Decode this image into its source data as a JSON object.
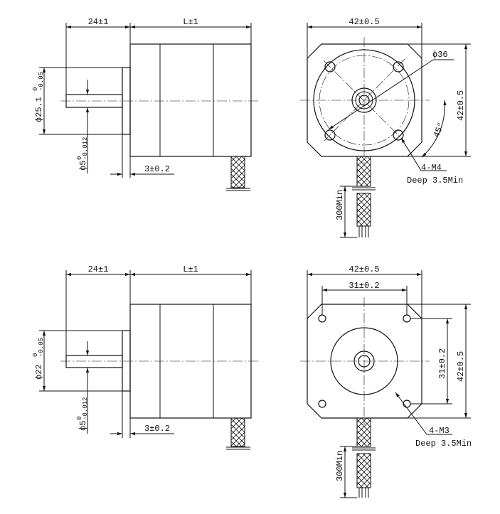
{
  "top": {
    "side": {
      "shaft_length": "24±1",
      "body_length": "L±1",
      "boss_dia_main": "ϕ25.1",
      "boss_dia_tol_upper": "0",
      "boss_dia_tol_lower": "-0.05",
      "shaft_dia_main": "ϕ5",
      "shaft_dia_tol_upper": "0",
      "shaft_dia_tol_lower": "-0.012",
      "boss_height": "3±0.2"
    },
    "front": {
      "width": "42±0.5",
      "height": "42±0.5",
      "pcd": "ϕ36",
      "angle": "45°",
      "holes": "4-M4",
      "depth": "Deep 3.5Min",
      "cable": "300Min"
    }
  },
  "bottom": {
    "side": {
      "shaft_length": "24±1",
      "body_length": "L±1",
      "boss_dia_main": "ϕ22",
      "boss_dia_tol_upper": "0",
      "boss_dia_tol_lower": "-0.05",
      "shaft_dia_main": "ϕ5",
      "shaft_dia_tol_upper": "0",
      "shaft_dia_tol_lower": "-0.012",
      "boss_height": "3±0.2"
    },
    "front": {
      "width": "42±0.5",
      "hole_spacing_h": "31±0.2",
      "hole_spacing_v": "31±0.2",
      "height": "42±0.5",
      "holes": "4-M3",
      "depth": "Deep 3.5Min",
      "cable": "300Min"
    }
  }
}
